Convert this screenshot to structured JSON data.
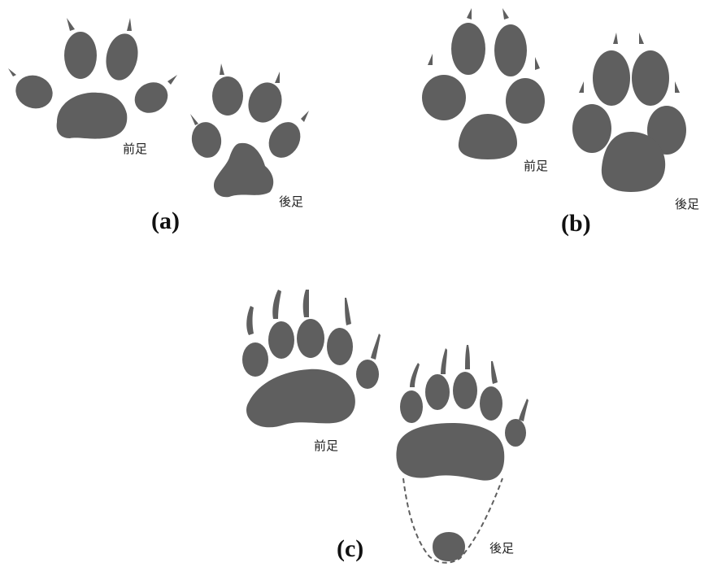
{
  "figure": {
    "panels": [
      {
        "id": "a",
        "label": "(a)",
        "front_label": "前足",
        "hind_label": "後足"
      },
      {
        "id": "b",
        "label": "(b)",
        "front_label": "前足",
        "hind_label": "後足"
      },
      {
        "id": "c",
        "label": "(c)",
        "front_label": "前足",
        "hind_label": "後足"
      }
    ],
    "colors": {
      "pad": "#5f5f5f",
      "background": "#ffffff"
    }
  }
}
